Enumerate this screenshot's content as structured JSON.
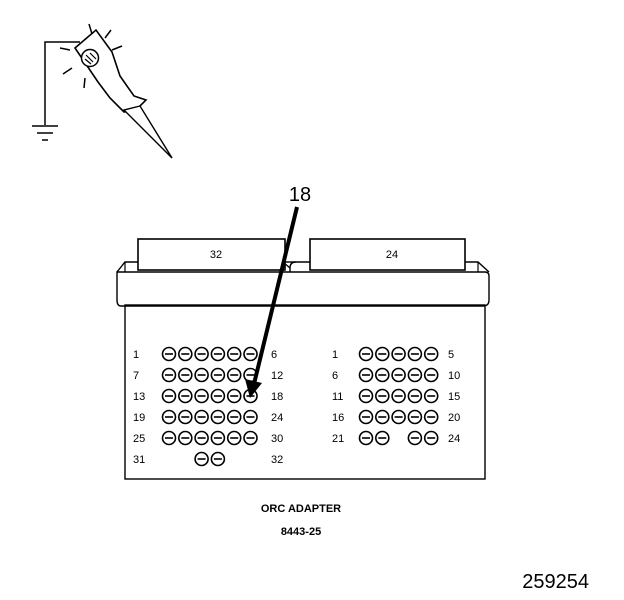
{
  "callout_number": "18",
  "connector_a": {
    "tab_label": "32",
    "rows": [
      {
        "start": "1",
        "end": "6",
        "pins": [
          1,
          1,
          1,
          1,
          1,
          1
        ]
      },
      {
        "start": "7",
        "end": "12",
        "pins": [
          1,
          1,
          1,
          1,
          1,
          1
        ]
      },
      {
        "start": "13",
        "end": "18",
        "pins": [
          1,
          1,
          1,
          1,
          1,
          1
        ]
      },
      {
        "start": "19",
        "end": "24",
        "pins": [
          1,
          1,
          1,
          1,
          1,
          1
        ]
      },
      {
        "start": "25",
        "end": "30",
        "pins": [
          1,
          1,
          1,
          1,
          1,
          1
        ]
      },
      {
        "start": "31",
        "end": "32",
        "pins": [
          0,
          0,
          1,
          1,
          0,
          0
        ]
      }
    ]
  },
  "connector_b": {
    "tab_label": "24",
    "rows": [
      {
        "start": "1",
        "end": "5",
        "pins": [
          1,
          1,
          1,
          1,
          1
        ]
      },
      {
        "start": "6",
        "end": "10",
        "pins": [
          1,
          1,
          1,
          1,
          1
        ]
      },
      {
        "start": "11",
        "end": "15",
        "pins": [
          1,
          1,
          1,
          1,
          1
        ]
      },
      {
        "start": "16",
        "end": "20",
        "pins": [
          1,
          1,
          1,
          1,
          1
        ]
      },
      {
        "start": "21",
        "end": "24",
        "pins": [
          1,
          1,
          0,
          1,
          1
        ]
      }
    ]
  },
  "adapter_name": "ORC ADAPTER",
  "adapter_part_number": "8443-25",
  "figure_number": "259254"
}
